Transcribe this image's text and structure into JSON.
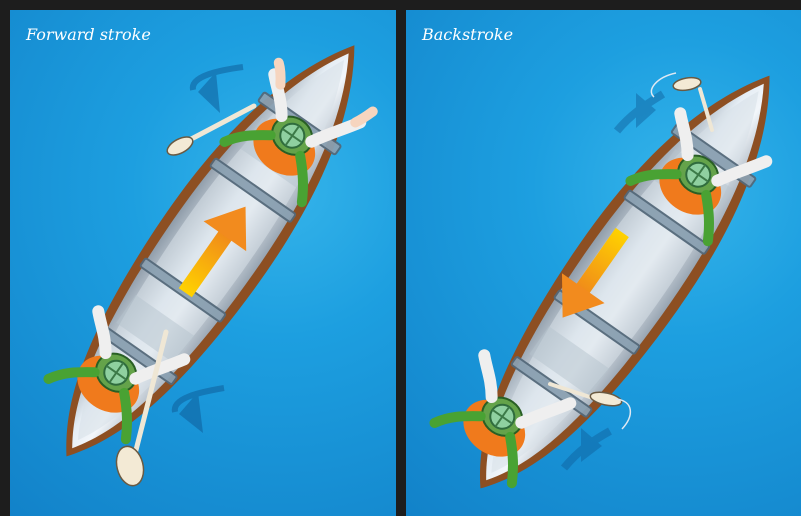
{
  "panels": [
    {
      "title": "Forward stroke",
      "direction": "forward"
    },
    {
      "title": "Backstroke",
      "direction": "backward"
    }
  ],
  "colors": {
    "water": "#1d9fe0",
    "canoe_rim": "#8a4d20",
    "canoe_hull": "#d8e2ea",
    "arrow": "#f6b400",
    "paddler_shirt": "#f07a1c",
    "paddler_pack": "#5ea443",
    "paddle": "#f3ead5"
  }
}
